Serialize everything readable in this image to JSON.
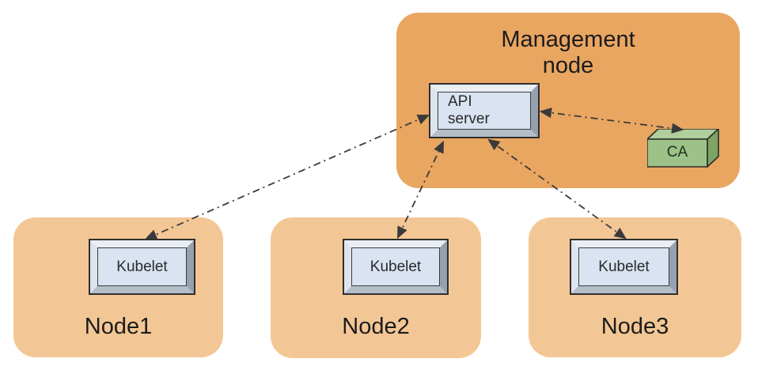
{
  "diagram_type": "architecture-diagram",
  "management_node": {
    "title": "Management node",
    "api_server_label": "API\nserver",
    "ca_label": "CA"
  },
  "worker_nodes": [
    {
      "name": "Node1",
      "component_label": "Kubelet"
    },
    {
      "name": "Node2",
      "component_label": "Kubelet"
    },
    {
      "name": "Node3",
      "component_label": "Kubelet"
    }
  ],
  "connections": [
    {
      "from": "api-server",
      "to": "node1-kubelet",
      "style": "dash-dot",
      "bidirectional": true
    },
    {
      "from": "api-server",
      "to": "node2-kubelet",
      "style": "dash-dot",
      "bidirectional": true
    },
    {
      "from": "api-server",
      "to": "node3-kubelet",
      "style": "dash-dot",
      "bidirectional": true
    },
    {
      "from": "api-server",
      "to": "ca",
      "style": "dash-dot",
      "bidirectional": true
    }
  ],
  "colors": {
    "background": "#FFFFFF",
    "management_node_fill": "#E9A661",
    "worker_node_fill": "#F3C795",
    "node_border": "#473F35",
    "bevel_face_fill": "#D9E3F1",
    "bevel_edge_light": "#EAEFF5",
    "bevel_edge_dark": "#96A1AE",
    "ca_front_fill": "#9CC287",
    "ca_top_fill": "#B0CF9D",
    "ca_side_fill": "#7CA465",
    "arrow_color": "#3A3A3A"
  }
}
